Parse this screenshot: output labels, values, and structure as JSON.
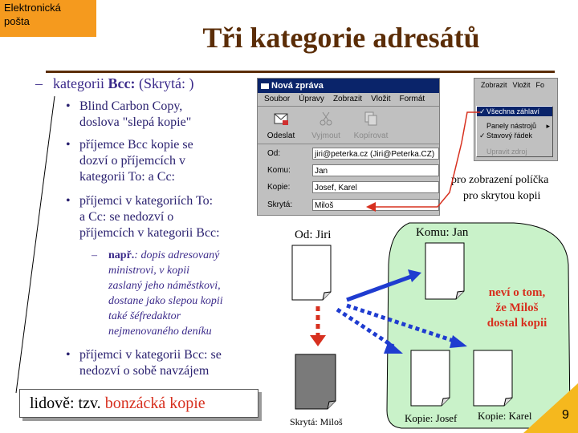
{
  "corner": {
    "line1": "Elektronická",
    "line2": "pošta"
  },
  "title": "Tři kategorie adresátů",
  "level1": {
    "dash": "–",
    "prefix": "kategorii ",
    "bold": "Bcc:",
    "suffix": " (Skrytá: )"
  },
  "bullets": [
    {
      "dot": "•",
      "lines": [
        "Blind Carbon Copy,",
        "doslova \"slepá kopie\""
      ]
    },
    {
      "dot": "•",
      "lines": [
        "příjemce Bcc kopie se",
        "dozví o příjemcích v",
        "kategorii To: a Cc:"
      ]
    },
    {
      "dot": "•",
      "lines": [
        "příjemci v kategoriích To:",
        "a Cc: se nedozví o",
        "příjemcích v kategorii Bcc:"
      ]
    }
  ],
  "sub_bullet": {
    "dash": "–",
    "bold": "např.",
    "lines": [
      ": dopis adresovaný",
      "ministrovi, v kopii",
      "zaslaný jeho náměstkovi,",
      "dostane jako slepou kopii",
      "také šéfredaktor",
      "nejmenovaného deníku"
    ]
  },
  "last_bullet": {
    "dot": "•",
    "lines": [
      "příjemci v kategorii Bcc: se",
      "nedozví o sobě navzájem"
    ]
  },
  "bottom_box": {
    "text": "lidově: tzv. ",
    "highlight": "bonzácká kopie"
  },
  "window": {
    "title": "Nová zpráva",
    "menu": [
      "Soubor",
      "Úpravy",
      "Zobrazit",
      "Vložit",
      "Formát"
    ],
    "toolbar": [
      "Odeslat",
      "Vyjmout",
      "Kopírovat"
    ],
    "fields": [
      {
        "label": "Od:",
        "value": "jiri@peterka.cz   (Jiri@Peterka.CZ)"
      },
      {
        "label": "Komu:",
        "value": "Jan"
      },
      {
        "label": "Kopie:",
        "value": "Josef, Karel"
      },
      {
        "label": "Skrytá:",
        "value": "Miloš"
      }
    ]
  },
  "menu_shot": {
    "bar": [
      "Zobrazit",
      "Vložit",
      "Fo"
    ],
    "items": [
      "Všechna záhlaví",
      "Panely nástrojů",
      "Stavový řádek",
      "Upravit zdroj"
    ]
  },
  "annotation": {
    "line1": "pro zobrazení políčka",
    "line2": "pro skrytou kopii"
  },
  "diagram": {
    "from": "Od: Jiri",
    "to": "Komu: Jan",
    "hidden": "Skrytá: Miloš",
    "copy1": "Kopie: Josef",
    "copy2": "Kopie: Karel",
    "note": [
      "neví o tom,",
      "že Miloš",
      "dostal kopii"
    ]
  },
  "page_number": "9",
  "colors": {
    "title": "#5b2d07",
    "text": "#2b2270",
    "accent": "#d7301f",
    "cloud": "#c9f2c9",
    "arrow_blue": "#1f3cd0",
    "corner": "#f59a1e"
  }
}
